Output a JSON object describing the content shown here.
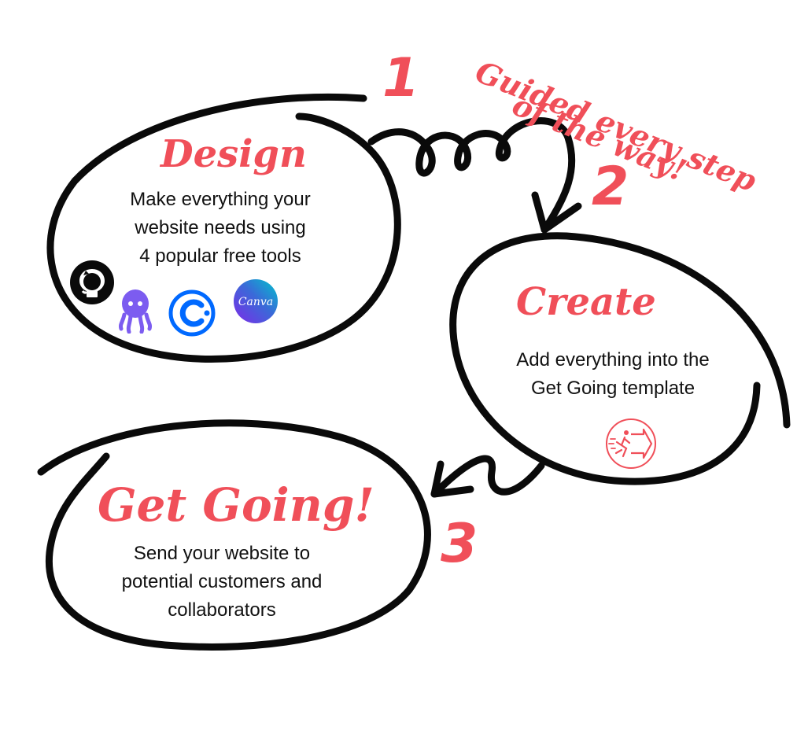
{
  "tagline": {
    "line1": "Guided every step",
    "line2": "of the way!"
  },
  "steps": [
    {
      "number": "1",
      "title": "Design",
      "lines": [
        "Make everything your",
        "website needs using",
        "4 popular free tools"
      ]
    },
    {
      "number": "2",
      "title": "Create",
      "lines": [
        "Add everything into the",
        "Get Going template"
      ]
    },
    {
      "number": "3",
      "title": "Get Going!",
      "lines": [
        "Send your website to",
        "potential customers and",
        "collaborators"
      ]
    }
  ],
  "tool_icons": [
    "github-icon",
    "octopus-icon",
    "calendly-icon",
    "canva-icon"
  ],
  "canva_text": "Canva",
  "colors": {
    "accent": "#f04f59",
    "ink": "#0a0a0a",
    "purple": "#7c5cf0",
    "blue": "#0069ff"
  }
}
